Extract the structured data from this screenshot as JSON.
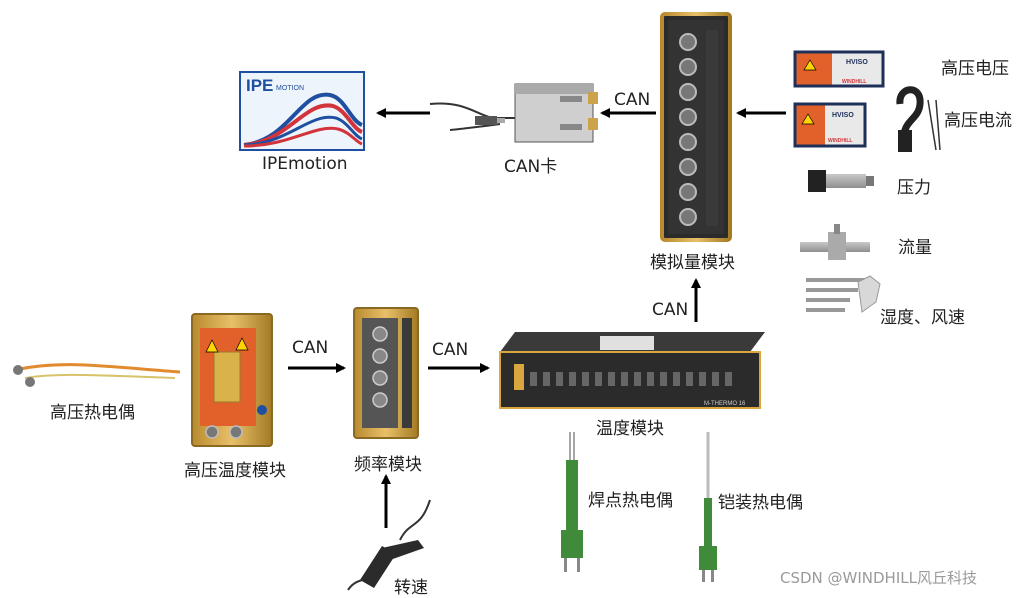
{
  "software": {
    "name": "IPEmotion",
    "logo_text": "IPE",
    "logo_sub": "MOTION"
  },
  "labels": {
    "can_card": "CAN卡",
    "analog_module": "模拟量模块",
    "temp_module": "温度模块",
    "hv_temp_module": "高压温度模块",
    "freq_module": "频率模块",
    "hv_thermocouple": "高压热电偶",
    "weld_thermocouple": "焊点热电偶",
    "armored_thermocouple": "铠装热电偶",
    "speed": "转速",
    "hv_voltage": "高压电压",
    "hv_current": "高压电流",
    "pressure": "压力",
    "flow": "流量",
    "humidity_wind": "湿度、风速"
  },
  "connections": {
    "can_top": "CAN",
    "can_vertical": "CAN",
    "can_hv_to_freq": "CAN",
    "can_freq_to_temp": "CAN"
  },
  "device_text": {
    "hviso_1": "HVISO",
    "hviso_2": "HVISO",
    "windhill_1": "WINDHILL",
    "windhill_2": "WINDHILL",
    "mthermo": "M-THERMO 16"
  },
  "watermark": "CSDN @WINDHILL风丘科技",
  "colors": {
    "gold": "#d9a640",
    "dark": "#2b2b2b",
    "orange": "#e2612a",
    "logo_blue": "#1f4fa0",
    "logo_red": "#d3333a",
    "green": "#3f8b3a"
  }
}
